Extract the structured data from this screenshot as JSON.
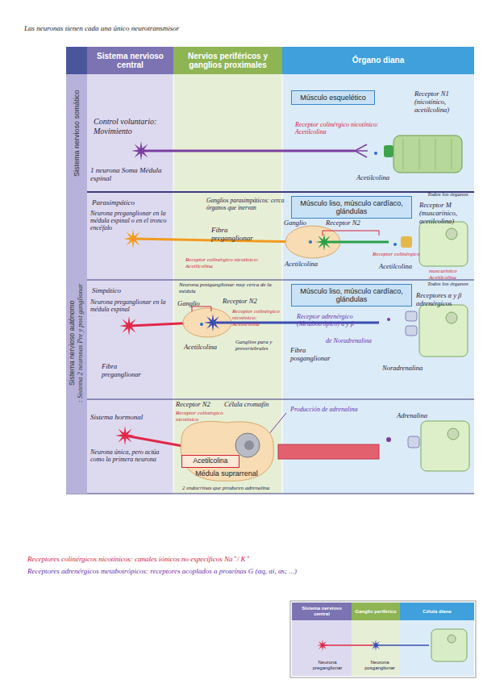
{
  "diagram": {
    "title": "Las neuronas tienen cada una único neurotransmisor",
    "nodes": [
      {
        "text": [
          "Sistema nervioso central"
        ]
      },
      {
        "text": [
          "Nervios periféricos y ganglios proximales"
        ]
      },
      {
        "text": [
          "Órgano diana"
        ]
      },
      {
        "text": [
          "Sistema nervioso somático"
        ]
      },
      {
        "text": [
          "Sistema nervioso autónomo",
          ": Sistema 2 neuronas Pre y post ganglionar"
        ]
      },
      {
        "text": [
          "Músculo esquelético"
        ]
      },
      {
        "text": [
          "Músculo liso, músculo cardíaco, glándulas"
        ]
      },
      {
        "text": [
          "Músculo liso, músculo cardíaco, glándulas"
        ]
      },
      {
        "text": [
          "Médula suprarrenal"
        ]
      },
      {
        "text": [
          "Acetilcolina"
        ],
        "in": 8
      },
      {
        "text": [
          "Sistema nervioso central"
        ]
      },
      {
        "text": [
          "Ganglio periférico"
        ]
      },
      {
        "text": [
          "Célula diana"
        ]
      }
    ],
    "labels": [
      "Control voluntario: Movimiento",
      "1 neurona Soma Médula espinal",
      "Receptor N1 (nicotínico, acetilcolina)",
      "Receptor colinérgico nicotínico: Acetilcolina",
      "Acetilcolina",
      "Parasimpático",
      "Neurona preganglionar en la médula espinal o en el tronco encéfalo",
      "Ganglios parasimpáticos: cerca órganos que inervan",
      "Fibra preganglionar",
      "Receptor colinérgico nicotínico: Acetilcolina",
      "Todos los órganos",
      "Receptor M (muscarínico, acetilcolina)",
      "Ganglio",
      "Receptor N2",
      "Acetilcolina",
      "Receptor colinérgico",
      "Acetilcolina",
      "muscarínico Acetilcolina",
      "Simpático",
      "Neurona preganglionar en la médula espinal",
      "Neurona postganglionar muy cerca de la médula",
      "Ganglio",
      "Receptor N2",
      "Receptor colinérgico nicotínico: Acetilcolina",
      "Acetilcolina",
      "Ganglios para y prevertebrales",
      "Fibra preganglionar",
      "Todos los órganos",
      "Receptores α y β adrenérgicos",
      "Receptor adrenérgico (Metabotrópico) α y β",
      "de Noradrenalina",
      "Fibra posganglionar",
      "Noradrenalina",
      "Sistema hormonal",
      "Neurona única, pero actúa como la primera neurona",
      "Receptor N2",
      "Célula cromafín",
      "Receptor colinérgico nicotínico",
      "Producción de adrenalina",
      "2 endocrinas que producen adrenalina",
      "Adrenalina",
      "Receptores colinérgicos nicotínicos: canales iónicos no específicos Na⁺ / K⁺",
      "Receptores adrenérgicos metabotrópicos: receptores acoplados a proteínas G (αq, αi, αs; ...)",
      "Neurona preganglionar",
      "Neurona posganglionar"
    ]
  }
}
